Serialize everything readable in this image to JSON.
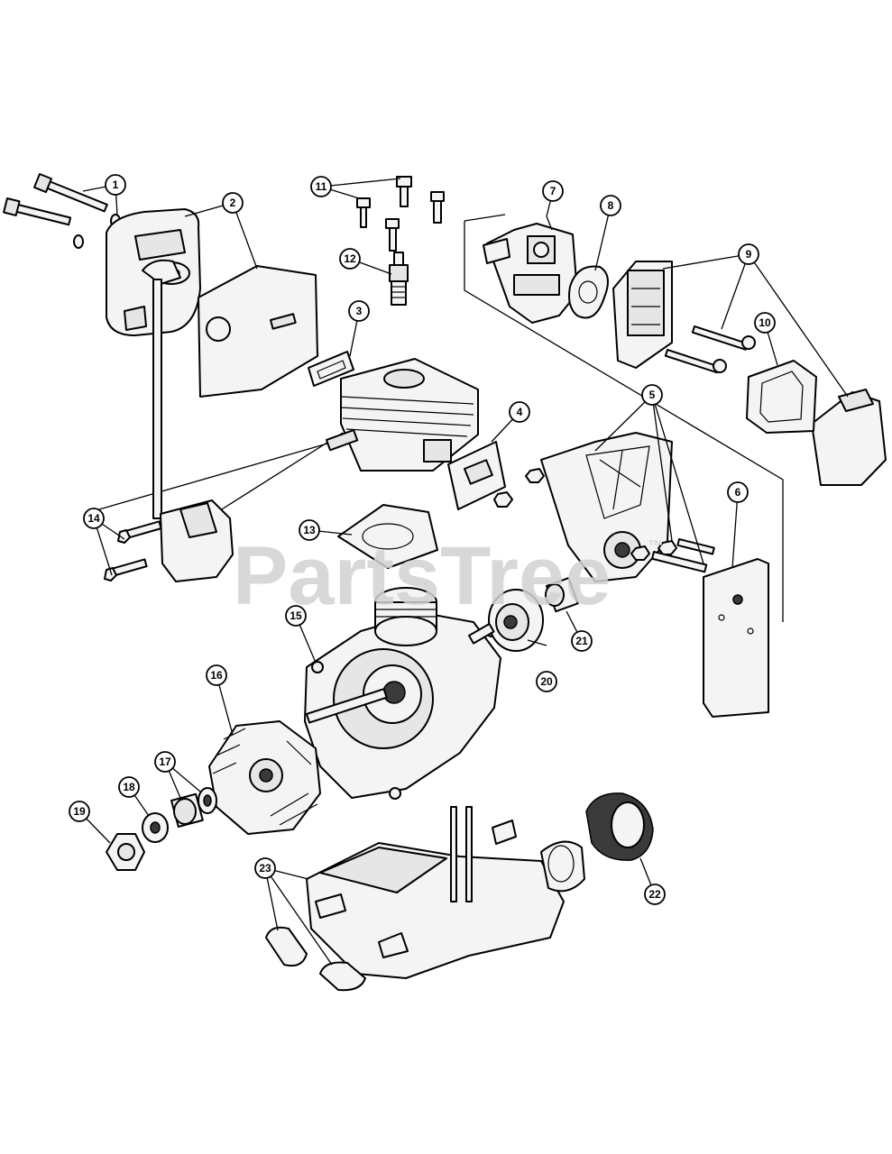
{
  "watermark": {
    "text_1": "PartsTree",
    "trademark": "™"
  },
  "callouts": [
    {
      "id": "1",
      "label": "1"
    },
    {
      "id": "2",
      "label": "2"
    },
    {
      "id": "3",
      "label": "3"
    },
    {
      "id": "4",
      "label": "4"
    },
    {
      "id": "5",
      "label": "5"
    },
    {
      "id": "6",
      "label": "6"
    },
    {
      "id": "7",
      "label": "7"
    },
    {
      "id": "8",
      "label": "8"
    },
    {
      "id": "9",
      "label": "9"
    },
    {
      "id": "10",
      "label": "10"
    },
    {
      "id": "11",
      "label": "11"
    },
    {
      "id": "12",
      "label": "12"
    },
    {
      "id": "13",
      "label": "13"
    },
    {
      "id": "14",
      "label": "14"
    },
    {
      "id": "15",
      "label": "15"
    },
    {
      "id": "16",
      "label": "16"
    },
    {
      "id": "17",
      "label": "17"
    },
    {
      "id": "18",
      "label": "18"
    },
    {
      "id": "19",
      "label": "19"
    },
    {
      "id": "20",
      "label": "20"
    },
    {
      "id": "21",
      "label": "21"
    },
    {
      "id": "22",
      "label": "22"
    },
    {
      "id": "23",
      "label": "23"
    }
  ]
}
